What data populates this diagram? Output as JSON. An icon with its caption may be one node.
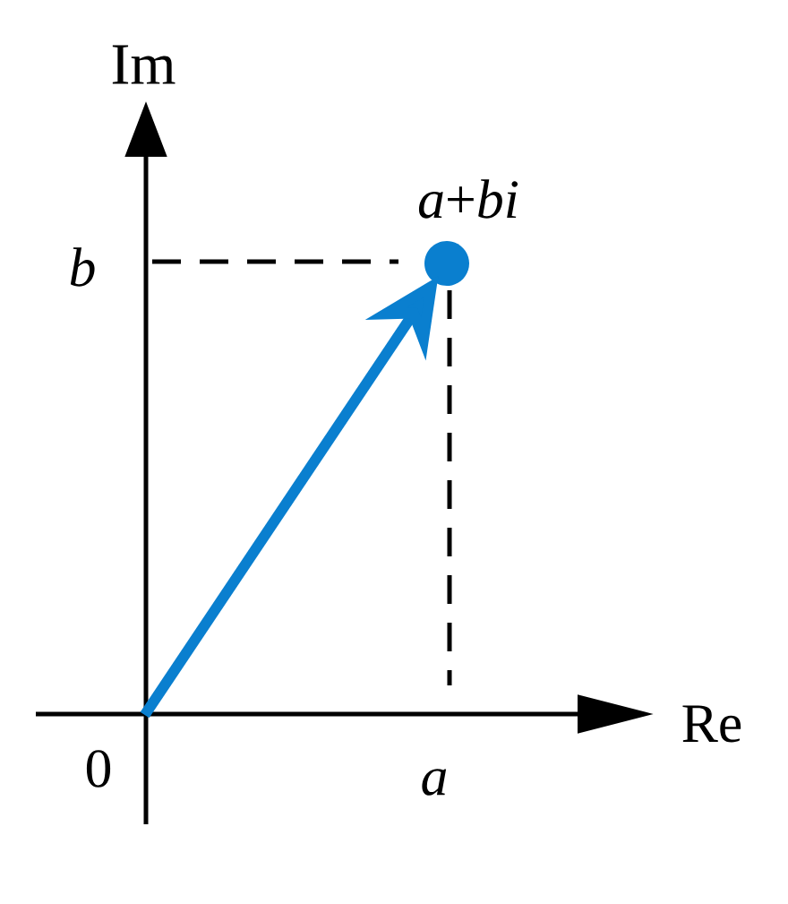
{
  "diagram": {
    "nodes": [
      {
        "text": [
          "0"
        ]
      },
      {
        "text": [],
        "shape": "circle",
        "beside": [
          "*a*+*bi*"
        ]
      }
    ],
    "edges": [
      {
        "from": 0,
        "to": 1,
        "arrow": "to",
        "color": "#0a7fcf"
      }
    ],
    "labels": [
      "Im",
      "b",
      "Re",
      "a"
    ]
  }
}
